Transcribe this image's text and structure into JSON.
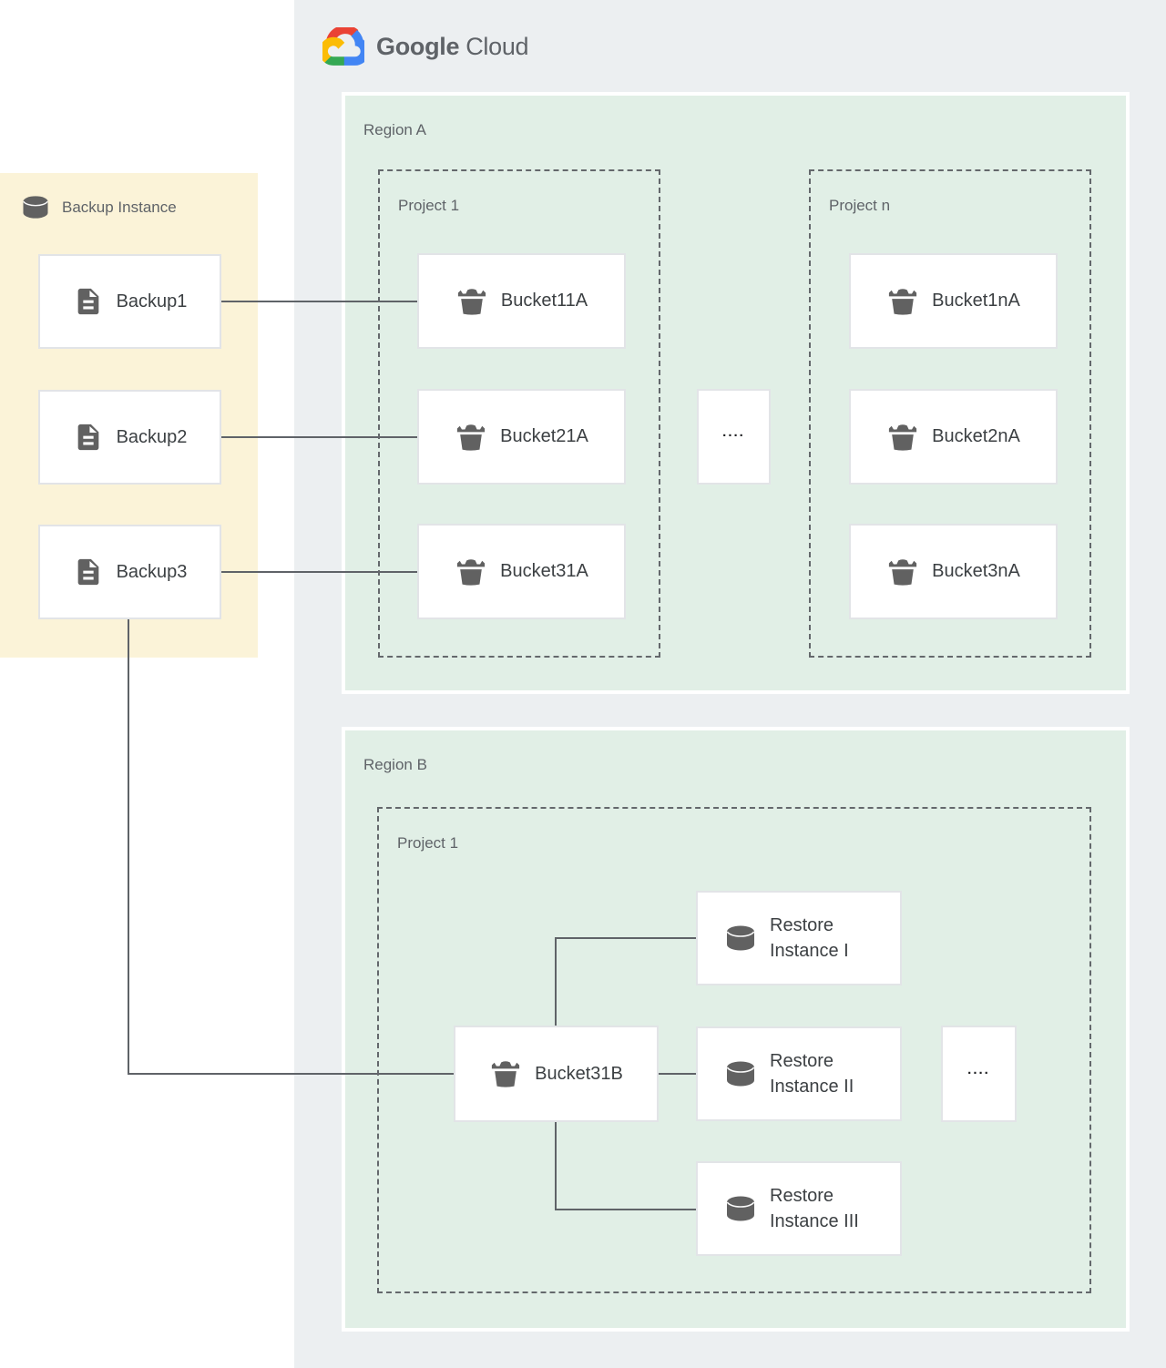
{
  "palette": {
    "background_gray": "#eceff1",
    "panel_yellow": "#fbf3d8",
    "panel_green": "#e1efe6",
    "node_white": "#ffffff",
    "node_border": "#e2e4e7",
    "connector_gray": "#5f6368",
    "icon_gray": "#616161",
    "label_gray": "#5f6368",
    "text_dark": "#3c4043",
    "logo_blue": "#4285f4",
    "logo_red": "#ea4335",
    "logo_yellow": "#fbbc05",
    "logo_green": "#34a853"
  },
  "logo": {
    "icon": "google-cloud-icon",
    "word1": "Google",
    "word2": "Cloud"
  },
  "backup_panel": {
    "title": "Backup Instance",
    "title_icon": "database-cylinder-icon",
    "items": [
      {
        "label": "Backup1",
        "icon": "document-icon"
      },
      {
        "label": "Backup2",
        "icon": "document-icon"
      },
      {
        "label": "Backup3",
        "icon": "document-icon"
      }
    ]
  },
  "region_a": {
    "label": "Region A",
    "ellipsis": "....",
    "projects": [
      {
        "label": "Project 1",
        "buckets": [
          {
            "label": "Bucket11A",
            "icon": "bucket-icon"
          },
          {
            "label": "Bucket21A",
            "icon": "bucket-icon"
          },
          {
            "label": "Bucket31A",
            "icon": "bucket-icon"
          }
        ]
      },
      {
        "label": "Project n",
        "buckets": [
          {
            "label": "Bucket1nA",
            "icon": "bucket-icon"
          },
          {
            "label": "Bucket2nA",
            "icon": "bucket-icon"
          },
          {
            "label": "Bucket3nA",
            "icon": "bucket-icon"
          }
        ]
      }
    ]
  },
  "region_b": {
    "label": "Region B",
    "project": {
      "label": "Project 1",
      "ellipsis": "....",
      "bucket": {
        "label": "Bucket31B",
        "icon": "bucket-icon"
      },
      "restores": [
        {
          "label": "Restore Instance I",
          "icon": "database-cylinder-icon"
        },
        {
          "label": "Restore Instance II",
          "icon": "database-cylinder-icon"
        },
        {
          "label": "Restore Instance III",
          "icon": "database-cylinder-icon"
        }
      ]
    }
  }
}
